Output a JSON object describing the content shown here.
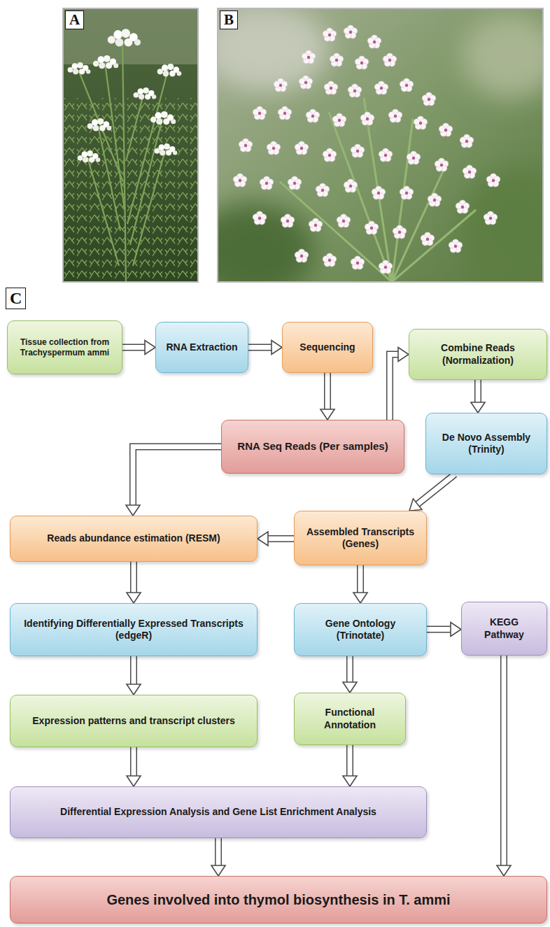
{
  "diagram": {
    "nodes": [
      {
        "text": [
          "Tissue collection from Trachyspermum ammi"
        ]
      },
      {
        "text": [
          "RNA Extraction"
        ]
      },
      {
        "text": [
          "Sequencing"
        ]
      },
      {
        "text": [
          "Combine Reads (Normalization)"
        ]
      },
      {
        "text": [
          "RNA Seq Reads (Per samples)"
        ]
      },
      {
        "text": [
          "De Novo Assembly (Trinity)"
        ]
      },
      {
        "text": [
          "Reads abundance estimation (RESM)"
        ]
      },
      {
        "text": [
          "Assembled Transcripts (Genes)"
        ]
      },
      {
        "text": [
          "Identifying Differentially Expressed Transcripts (edgeR)"
        ]
      },
      {
        "text": [
          "Gene Ontology (Trinotate)"
        ]
      },
      {
        "text": [
          "KEGG Pathway"
        ]
      },
      {
        "text": [
          "Expression patterns and transcript clusters"
        ]
      },
      {
        "text": [
          "Functional Annotation"
        ]
      },
      {
        "text": [
          "Differential Expression Analysis and Gene List Enrichment Analysis"
        ]
      },
      {
        "text": [
          "Genes involved into thymol biosynthesis in T. ammi"
        ]
      }
    ],
    "edges": [
      {
        "from": 0,
        "to": 1,
        "arrow": "to"
      },
      {
        "from": 1,
        "to": 2,
        "arrow": "to"
      },
      {
        "from": 2,
        "to": 4,
        "arrow": "to"
      },
      {
        "from": 4,
        "to": 3,
        "arrow": "to"
      },
      {
        "from": 3,
        "to": 5,
        "arrow": "to"
      },
      {
        "from": 5,
        "to": 7,
        "arrow": "to"
      },
      {
        "from": 4,
        "to": 6,
        "arrow": "to"
      },
      {
        "from": 7,
        "to": 6,
        "arrow": "to"
      },
      {
        "from": 6,
        "to": 8,
        "arrow": "to"
      },
      {
        "from": 7,
        "to": 9,
        "arrow": "to"
      },
      {
        "from": 9,
        "to": 10,
        "arrow": "to"
      },
      {
        "from": 8,
        "to": 11,
        "arrow": "to"
      },
      {
        "from": 9,
        "to": 12,
        "arrow": "to"
      },
      {
        "from": 11,
        "to": 13,
        "arrow": "to"
      },
      {
        "from": 12,
        "to": 13,
        "arrow": "to"
      },
      {
        "from": 13,
        "to": 14,
        "arrow": "to"
      },
      {
        "from": 10,
        "to": 14,
        "arrow": "to"
      }
    ],
    "labels": [
      "A",
      "B",
      "C"
    ]
  }
}
